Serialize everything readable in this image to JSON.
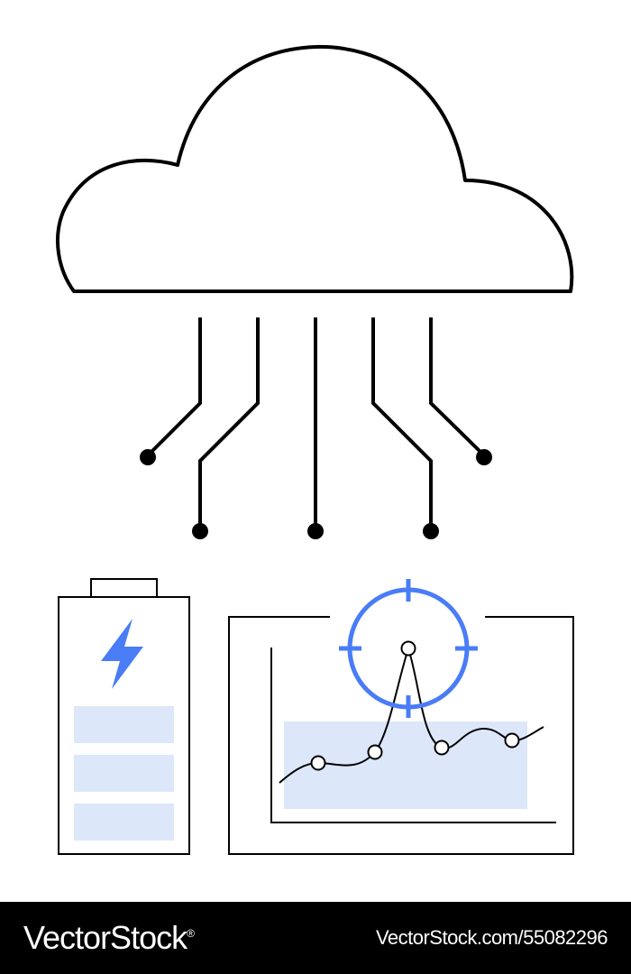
{
  "colors": {
    "background": "#ffffff",
    "line": "#000000",
    "accent": "#4a7cf6",
    "fill": "#dde7fa",
    "footer_bg": "#000000",
    "footer_text": "#ffffff"
  },
  "icons": {
    "cloud": "cloud-icon",
    "circuit": "circuit-lines-icon",
    "battery": "battery-icon",
    "bolt": "lightning-bolt-icon",
    "target": "crosshair-target-icon",
    "chart": "line-chart-icon"
  },
  "battery": {
    "charge_bars": 3
  },
  "watermark": {
    "brand": "VectorStock",
    "registered": "®",
    "image_id": "VectorStock.com/55082296"
  }
}
